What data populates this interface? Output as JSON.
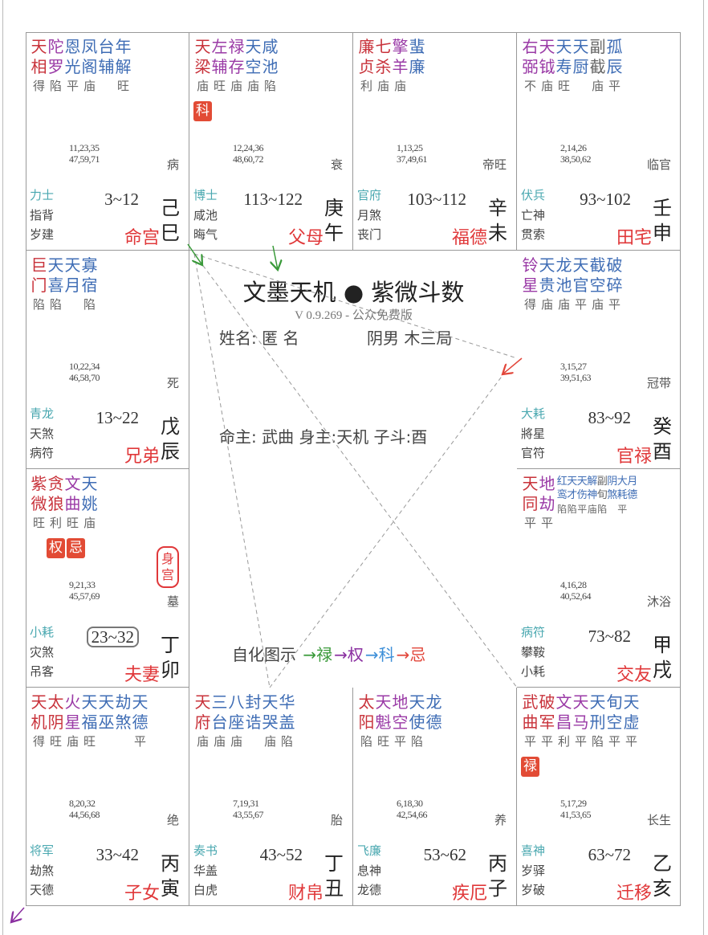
{
  "title": "文墨天机 ● 紫微斗数",
  "version": "V 0.9.269 - 公众免费版",
  "name_line": "姓名: 匿 名",
  "gender_line": "阴男 木三局",
  "master_line": "命主: 武曲 身主:天机  子斗:酉",
  "legend": {
    "label": "自化图示",
    "items": [
      {
        "text": "→禄",
        "color": "#3a9a3a"
      },
      {
        "text": "→权",
        "color": "#8a2fa0"
      },
      {
        "text": "→科",
        "color": "#3d8fd8"
      },
      {
        "text": "→忌",
        "color": "#e2463a"
      }
    ]
  },
  "shen_gong": "身宫",
  "palaces": [
    {
      "row": 0,
      "col": 0,
      "stars": [
        {
          "n": "天相",
          "t": "main",
          "b": "得"
        },
        {
          "n": "陀罗",
          "t": "aux",
          "b": "陷"
        },
        {
          "n": "恩光",
          "t": "minor",
          "b": "平"
        },
        {
          "n": "凤阁",
          "t": "minor",
          "b": "庙"
        },
        {
          "n": "台辅",
          "t": "minor",
          "b": ""
        },
        {
          "n": "年解",
          "t": "minor",
          "b": "旺"
        }
      ],
      "hua": [],
      "ages": [
        "11,23,35",
        "47,59,71"
      ],
      "cs": "病",
      "boshi": "力士",
      "jq": "指背",
      "sq": "岁建",
      "dx": "3~12",
      "name": "命宫",
      "gan": "己",
      "zhi": "巳"
    },
    {
      "row": 0,
      "col": 1,
      "stars": [
        {
          "n": "天梁",
          "t": "main",
          "b": "庙"
        },
        {
          "n": "左辅",
          "t": "aux",
          "b": "旺"
        },
        {
          "n": "禄存",
          "t": "aux",
          "b": "庙"
        },
        {
          "n": "天空",
          "t": "minor",
          "b": "庙"
        },
        {
          "n": "咸池",
          "t": "minor",
          "b": "陷"
        }
      ],
      "hua": [
        {
          "idx": 0,
          "h": "科"
        }
      ],
      "ages": [
        "12,24,36",
        "48,60,72"
      ],
      "cs": "衰",
      "boshi": "博士",
      "jq": "咸池",
      "sq": "晦气",
      "dx": "113~122",
      "name": "父母",
      "gan": "庚",
      "zhi": "午"
    },
    {
      "row": 0,
      "col": 2,
      "stars": [
        {
          "n": "廉贞",
          "t": "main",
          "b": "利"
        },
        {
          "n": "七杀",
          "t": "main",
          "b": "庙"
        },
        {
          "n": "擎羊",
          "t": "aux",
          "b": "庙"
        },
        {
          "n": "蜚廉",
          "t": "minor",
          "b": ""
        }
      ],
      "hua": [],
      "ages": [
        "1,13,25",
        "37,49,61"
      ],
      "cs": "帝旺",
      "boshi": "官府",
      "jq": "月煞",
      "sq": "丧门",
      "dx": "103~112",
      "name": "福德",
      "gan": "辛",
      "zhi": "未"
    },
    {
      "row": 0,
      "col": 3,
      "stars": [
        {
          "n": "右弼",
          "t": "aux",
          "b": "不"
        },
        {
          "n": "天钺",
          "t": "aux",
          "b": "庙"
        },
        {
          "n": "天寿",
          "t": "minor",
          "b": "旺"
        },
        {
          "n": "天厨",
          "t": "minor",
          "b": ""
        },
        {
          "n": "副截",
          "t": "misc",
          "b": "庙"
        },
        {
          "n": "孤辰",
          "t": "minor",
          "b": "平"
        }
      ],
      "hua": [],
      "ages": [
        "2,14,26",
        "38,50,62"
      ],
      "cs": "临官",
      "boshi": "伏兵",
      "jq": "亡神",
      "sq": "贯索",
      "dx": "93~102",
      "name": "田宅",
      "gan": "壬",
      "zhi": "申"
    },
    {
      "row": 1,
      "col": 0,
      "stars": [
        {
          "n": "巨门",
          "t": "main",
          "b": "陷"
        },
        {
          "n": "天喜",
          "t": "minor",
          "b": "陷"
        },
        {
          "n": "天月",
          "t": "minor",
          "b": ""
        },
        {
          "n": "寡宿",
          "t": "minor",
          "b": "陷"
        }
      ],
      "hua": [],
      "ages": [
        "10,22,34",
        "46,58,70"
      ],
      "cs": "死",
      "boshi": "青龙",
      "jq": "天煞",
      "sq": "病符",
      "dx": "13~22",
      "name": "兄弟",
      "gan": "戊",
      "zhi": "辰"
    },
    {
      "row": 1,
      "col": 3,
      "stars": [
        {
          "n": "铃星",
          "t": "aux",
          "b": "得"
        },
        {
          "n": "天贵",
          "t": "minor",
          "b": "庙"
        },
        {
          "n": "龙池",
          "t": "minor",
          "b": "庙"
        },
        {
          "n": "天官",
          "t": "minor",
          "b": "平"
        },
        {
          "n": "截空",
          "t": "minor",
          "b": "庙"
        },
        {
          "n": "破碎",
          "t": "minor",
          "b": "平"
        }
      ],
      "hua": [],
      "ages": [
        "3,15,27",
        "39,51,63"
      ],
      "cs": "冠带",
      "boshi": "大耗",
      "jq": "將星",
      "sq": "官符",
      "dx": "83~92",
      "name": "官禄",
      "gan": "癸",
      "zhi": "酉"
    },
    {
      "row": 2,
      "col": 0,
      "stars": [
        {
          "n": "紫微",
          "t": "main",
          "b": "旺"
        },
        {
          "n": "贪狼",
          "t": "main",
          "b": "利"
        },
        {
          "n": "文曲",
          "t": "aux",
          "b": "旺"
        },
        {
          "n": "天姚",
          "t": "minor",
          "b": "庙"
        }
      ],
      "hua": [
        {
          "idx": 1,
          "h": "权"
        },
        {
          "idx": 2,
          "h": "忌"
        }
      ],
      "ages": [
        "9,21,33",
        "45,57,69"
      ],
      "cs": "墓",
      "boshi": "小耗",
      "jq": "灾煞",
      "sq": "吊客",
      "dx": "23~32",
      "dx_boxed": true,
      "shen": true,
      "name": "夫妻",
      "gan": "丁",
      "zhi": "卯"
    },
    {
      "row": 2,
      "col": 3,
      "stars": [
        {
          "n": "天同",
          "t": "main",
          "b": "平"
        },
        {
          "n": "地劫",
          "t": "aux",
          "b": "平"
        }
      ],
      "small_stars": [
        {
          "n": "红鸾",
          "t": "minor",
          "b": "陷"
        },
        {
          "n": "天才",
          "t": "minor",
          "b": "陷"
        },
        {
          "n": "天伤",
          "t": "minor",
          "b": "平"
        },
        {
          "n": "解神",
          "t": "minor",
          "b": "庙"
        },
        {
          "n": "副旬",
          "t": "misc",
          "b": "陷"
        },
        {
          "n": "阴煞",
          "t": "minor",
          "b": ""
        },
        {
          "n": "大耗",
          "t": "minor",
          "b": "平"
        },
        {
          "n": "月德",
          "t": "minor",
          "b": ""
        }
      ],
      "hua": [],
      "ages": [
        "4,16,28",
        "40,52,64"
      ],
      "cs": "沐浴",
      "boshi": "病符",
      "jq": "攀鞍",
      "sq": "小耗",
      "dx": "73~82",
      "name": "交友",
      "gan": "甲",
      "zhi": "戌"
    },
    {
      "row": 3,
      "col": 0,
      "stars": [
        {
          "n": "天机",
          "t": "main",
          "b": "得"
        },
        {
          "n": "太阴",
          "t": "main",
          "b": "旺"
        },
        {
          "n": "火星",
          "t": "aux",
          "b": "庙"
        },
        {
          "n": "天福",
          "t": "minor",
          "b": "旺"
        },
        {
          "n": "天巫",
          "t": "minor",
          "b": ""
        },
        {
          "n": "劫煞",
          "t": "minor",
          "b": ""
        },
        {
          "n": "天德",
          "t": "minor",
          "b": "平"
        }
      ],
      "hua": [],
      "ages": [
        "8,20,32",
        "44,56,68"
      ],
      "cs": "绝",
      "boshi": "将军",
      "jq": "劫煞",
      "sq": "天德",
      "dx": "33~42",
      "name": "子女",
      "gan": "丙",
      "zhi": "寅"
    },
    {
      "row": 3,
      "col": 1,
      "stars": [
        {
          "n": "天府",
          "t": "main",
          "b": "庙"
        },
        {
          "n": "三台",
          "t": "minor",
          "b": "庙"
        },
        {
          "n": "八座",
          "t": "minor",
          "b": "庙"
        },
        {
          "n": "封诰",
          "t": "minor",
          "b": ""
        },
        {
          "n": "天哭",
          "t": "minor",
          "b": "庙"
        },
        {
          "n": "华盖",
          "t": "minor",
          "b": "陷"
        }
      ],
      "hua": [],
      "ages": [
        "7,19,31",
        "43,55,67"
      ],
      "cs": "胎",
      "boshi": "奏书",
      "jq": "华盖",
      "sq": "白虎",
      "dx": "43~52",
      "name": "财帛",
      "gan": "丁",
      "zhi": "丑"
    },
    {
      "row": 3,
      "col": 2,
      "stars": [
        {
          "n": "太阳",
          "t": "main",
          "b": "陷"
        },
        {
          "n": "天魁",
          "t": "aux",
          "b": "旺"
        },
        {
          "n": "地空",
          "t": "aux",
          "b": "平"
        },
        {
          "n": "天使",
          "t": "minor",
          "b": "陷"
        },
        {
          "n": "龙德",
          "t": "minor",
          "b": ""
        }
      ],
      "hua": [],
      "ages": [
        "6,18,30",
        "42,54,66"
      ],
      "cs": "养",
      "boshi": "飞廉",
      "jq": "息神",
      "sq": "龙德",
      "dx": "53~62",
      "name": "疾厄",
      "gan": "丙",
      "zhi": "子"
    },
    {
      "row": 3,
      "col": 3,
      "stars": [
        {
          "n": "武曲",
          "t": "main",
          "b": "平"
        },
        {
          "n": "破军",
          "t": "main",
          "b": "平"
        },
        {
          "n": "文昌",
          "t": "aux",
          "b": "利"
        },
        {
          "n": "天马",
          "t": "aux",
          "b": "平"
        },
        {
          "n": "天刑",
          "t": "minor",
          "b": "陷"
        },
        {
          "n": "旬空",
          "t": "minor",
          "b": "平"
        },
        {
          "n": "天虚",
          "t": "minor",
          "b": "平"
        }
      ],
      "hua": [
        {
          "idx": 0,
          "h": "禄"
        }
      ],
      "ages": [
        "5,17,29",
        "41,53,65"
      ],
      "cs": "长生",
      "boshi": "喜神",
      "jq": "岁驿",
      "sq": "岁破",
      "dx": "63~72",
      "name": "迁移",
      "gan": "乙",
      "zhi": "亥"
    }
  ]
}
